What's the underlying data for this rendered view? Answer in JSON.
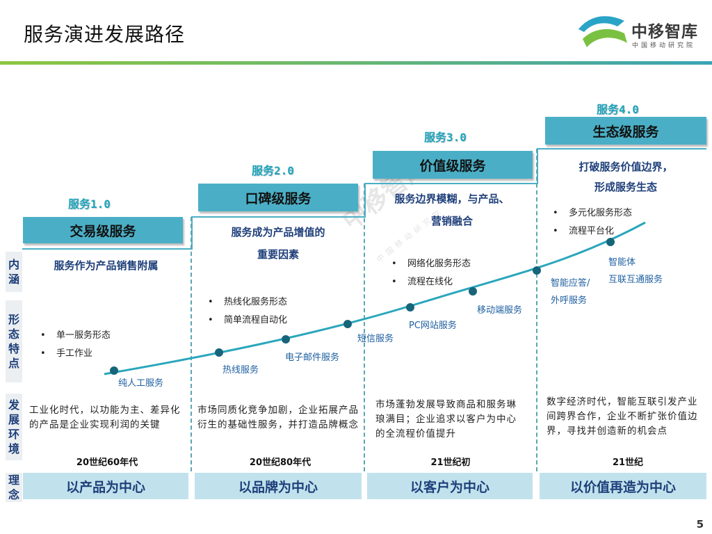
{
  "page": {
    "title": "服务演进发展路径",
    "page_number": "5"
  },
  "logo": {
    "name": "中移智库",
    "subtitle": "中国移动研究院"
  },
  "row_labels": {
    "neihan": "内涵",
    "xingtai": "形态特点",
    "fazhan": "发展环境",
    "linian": "理念"
  },
  "stages": [
    {
      "title": "服务1.0",
      "level": "交易级服务",
      "essence": "服务作为产品销售附属",
      "features": [
        "单一服务形态",
        "手工作业"
      ],
      "service": "纯人工服务",
      "environment": "工业化时代，以功能为主、差异化的产品是企业实现利润的关键",
      "era": "20世纪60年代",
      "concept": "以产品为中心"
    },
    {
      "title": "服务2.0",
      "level": "口碑级服务",
      "essence_line1": "服务成为产品增值的",
      "essence_line2": "重要因素",
      "features": [
        "热线化服务形态",
        "简单流程自动化"
      ],
      "services": [
        "热线服务",
        "电子邮件服务"
      ],
      "environment": "市场同质化竞争加剧，企业拓展产品衍生的基础性服务，并打造品牌概念",
      "era": "20世纪80年代",
      "concept": "以品牌为中心"
    },
    {
      "title": "服务3.0",
      "level": "价值级服务",
      "essence_line1": "服务边界模糊，与产品、",
      "essence_line2": "营销融合",
      "features": [
        "网络化服务形态",
        "流程在线化"
      ],
      "services": [
        "短信服务",
        "PC网站服务",
        "移动端服务"
      ],
      "environment": "市场蓬勃发展导致商品和服务琳琅满目；企业追求以客户为中心的全流程价值提升",
      "era": "21世纪初",
      "concept": "以客户为中心"
    },
    {
      "title": "服务4.0",
      "level": "生态级服务",
      "essence_line1": "打破服务价值边界，",
      "essence_line2": "形成服务生态",
      "features": [
        "多元化服务形态",
        "流程平台化"
      ],
      "services": [
        "智能应答/",
        "外呼服务",
        "智能体",
        "互联互通服务"
      ],
      "environment": "数字经济时代，智能互联引发产业间跨界合作，企业不断扩张价值边界，寻找并创造新的机会点",
      "era": "21世纪",
      "concept": "以价值再造为中心"
    }
  ],
  "colors": {
    "banner": "#4aafc6",
    "accent_text": "#1ea4bc",
    "navy": "#1e3f7a",
    "curve": "#1a9ab0",
    "concept_bg": "#c1e2ec"
  }
}
